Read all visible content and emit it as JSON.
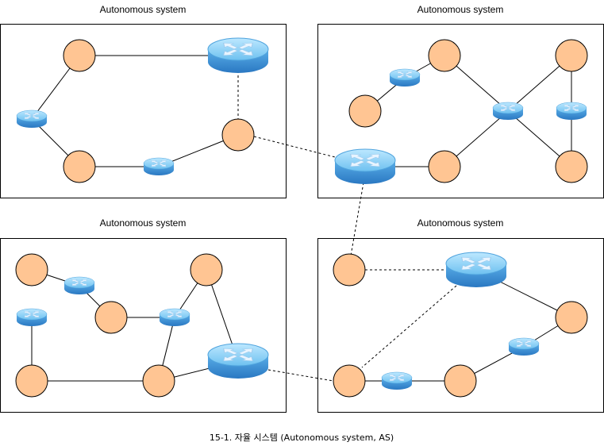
{
  "caption": "15-1. 자율 시스템 (Autonomous system, AS)",
  "colors": {
    "node_fill": "#FFC593",
    "router_top": "#8FD3F5",
    "router_side": "#3A8FD6",
    "router_arrow": "#E8F4FF"
  },
  "systems": [
    {
      "label": "Autonomous system"
    },
    {
      "label": "Autonomous system"
    },
    {
      "label": "Autonomous system"
    },
    {
      "label": "Autonomous system"
    }
  ],
  "icons": {
    "host": "circle-node-icon",
    "router": "router-icon"
  }
}
